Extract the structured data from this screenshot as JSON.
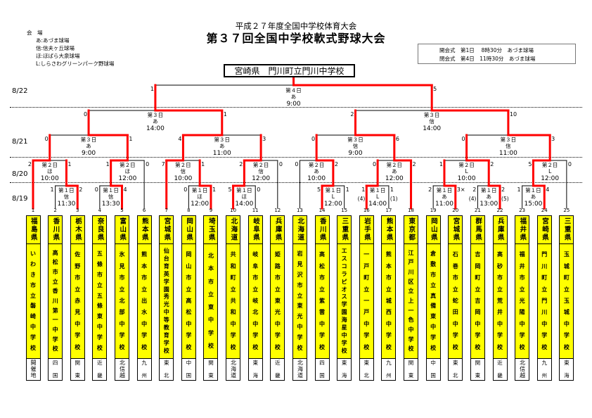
{
  "header": {
    "subtitle": "平成２７年度全国中学校体育大会",
    "title": "第３７回全国中学校軟式野球大会"
  },
  "venues": {
    "heading": "会　場",
    "items": [
      "あ:あづま球場",
      "信:信夫ヶ丘球場",
      "ほ:ほばら大泉球場",
      "L:しらさわグリーンパーク野球場"
    ]
  },
  "notice": [
    "開会式　第1日　 8時30分　あづま球場",
    "閉会式　第4日　11時30分　あづま球場"
  ],
  "champion": "宮崎県　門川町立門川中学校",
  "dates": [
    "8/22",
    "8/21",
    "8/20",
    "8/19"
  ],
  "colors": {
    "winner_path": "#ff0000",
    "team_box": "#ffff00"
  },
  "teams": [
    {
      "no": "1",
      "pref": "福島県",
      "school": "いわき市立磐崎中学校",
      "region": "開催地"
    },
    {
      "no": "2",
      "pref": "香川県",
      "school": "高松市立香川第一中学校",
      "region": "四国"
    },
    {
      "no": "3",
      "pref": "栃木県",
      "school": "佐野市立赤見中学校",
      "region": "関東"
    },
    {
      "no": "4",
      "pref": "奈良県",
      "school": "五條市立五條東中学校",
      "region": "近畿"
    },
    {
      "no": "5",
      "pref": "富山県",
      "school": "氷見市立北部中学校",
      "region": "北信越"
    },
    {
      "no": "6",
      "pref": "熊本県",
      "school": "熊本市立出水中学校",
      "region": "九州"
    },
    {
      "no": "7",
      "pref": "宮城県",
      "school": "仙台育英学園秀光中等教育学校",
      "region": "東北"
    },
    {
      "no": "8",
      "pref": "岡山県",
      "school": "岡山市立高松中学校",
      "region": "中国"
    },
    {
      "no": "9",
      "pref": "埼玉県",
      "school": "北本市立東中学校",
      "region": "関東"
    },
    {
      "no": "10",
      "pref": "北海道",
      "school": "共和町立共和中学校",
      "region": "北海道"
    },
    {
      "no": "11",
      "pref": "岐阜県",
      "school": "岐阜市立岐北中学校",
      "region": "東海"
    },
    {
      "no": "12",
      "pref": "兵庫県",
      "school": "姫路市立東光中学校",
      "region": "近畿"
    },
    {
      "no": "13",
      "pref": "北海道",
      "school": "岩見沢市立東光中学校",
      "region": "北海道"
    },
    {
      "no": "14",
      "pref": "香川県",
      "school": "高松市立紫雲中学校",
      "region": "四国"
    },
    {
      "no": "15",
      "pref": "三重県",
      "school": "エスコラピオス学園海星中学校",
      "region": "東海"
    },
    {
      "no": "16",
      "pref": "岩手県",
      "school": "一戸町立一戸中学校",
      "region": "東北"
    },
    {
      "no": "17",
      "pref": "熊本県",
      "school": "熊本市立城西中学校",
      "region": "九州"
    },
    {
      "no": "18",
      "pref": "東京都",
      "school": "江戸川区立上一色中学校",
      "region": "関東"
    },
    {
      "no": "19",
      "pref": "岡山県",
      "school": "倉敷市立真備東中学校",
      "region": "中国"
    },
    {
      "no": "20",
      "pref": "宮城県",
      "school": "石巻市立蛇田中学校",
      "region": "東北"
    },
    {
      "no": "21",
      "pref": "群馬県",
      "school": "吉岡町立吉岡中学校",
      "region": "関東"
    },
    {
      "no": "22",
      "pref": "兵庫県",
      "school": "高砂市立荒井中学校",
      "region": "近畿"
    },
    {
      "no": "23",
      "pref": "福井県",
      "school": "福井市立光陽中学校",
      "region": "北信越"
    },
    {
      "no": "24",
      "pref": "宮崎県",
      "school": "門川町立門川中学校",
      "region": "九州"
    },
    {
      "no": "25",
      "pref": "三重県",
      "school": "玉城町立玉城中学校",
      "region": "東海"
    }
  ],
  "matches": [
    {
      "id": "m1",
      "round": 1,
      "left": "t2",
      "right": "t3",
      "day": "第１日",
      "venue": "信",
      "time": "11:30",
      "score_left": "1",
      "score_right": "2",
      "winner": "right"
    },
    {
      "id": "m2",
      "round": 1,
      "left": "t4",
      "right": "t5",
      "day": "第１日",
      "venue": "信",
      "time": "13:30",
      "score_left": "0",
      "score_right": "4",
      "winner": "right"
    },
    {
      "id": "m3",
      "round": 1,
      "left": "t8",
      "right": "t9",
      "day": "第１日",
      "venue": "ほ",
      "time": "12:00",
      "score_left": "0",
      "score_right": "1",
      "winner": "right"
    },
    {
      "id": "m4",
      "round": 1,
      "left": "t10",
      "right": "t11",
      "day": "第１日",
      "venue": "ほ",
      "time": "14:00",
      "score_left": "5",
      "score_right": "0",
      "winner": "left"
    },
    {
      "id": "m5",
      "round": 1,
      "left": "t14",
      "right": "t15",
      "day": "第１日",
      "venue": "L",
      "time": "12:00",
      "score_left": "5",
      "score_right": "1",
      "winner": "left"
    },
    {
      "id": "m6",
      "round": 1,
      "left": "t16",
      "right": "t17",
      "day": "第１日",
      "venue": "L",
      "time": "14:00",
      "score_left": "1",
      "score_right": "1",
      "note_left": "(4)",
      "note_right": "(1)",
      "winner": "left"
    },
    {
      "id": "m7",
      "round": 1,
      "left": "t19",
      "right": "t20",
      "day": "第１日",
      "venue": "あ",
      "time": "11:00",
      "score_left": "2",
      "score_right": "3×",
      "winner": "right"
    },
    {
      "id": "m8",
      "round": 1,
      "left": "t21",
      "right": "t22",
      "day": "第１日",
      "venue": "あ",
      "time": "13:00",
      "score_left": "2",
      "score_right": "2",
      "note_left": "(4)",
      "note_right": "(5)",
      "winner": "right"
    },
    {
      "id": "m9",
      "round": 1,
      "left": "t23",
      "right": "t24",
      "day": "第１日",
      "venue": "あ",
      "time": "15:00",
      "score_left": "1",
      "score_right": "4",
      "winner": "right"
    },
    {
      "id": "a",
      "round": 2,
      "left": "t1",
      "right": "m1",
      "day": "第２日",
      "venue": "ほ",
      "time": "10:00",
      "score_left": "2",
      "score_right": "1",
      "winner": "left"
    },
    {
      "id": "b",
      "round": 2,
      "left": "m2",
      "right": "t6",
      "day": "第２日",
      "venue": "ほ",
      "time": "12:00",
      "score_left": "1",
      "score_right": "0",
      "winner": "left"
    },
    {
      "id": "c",
      "round": 2,
      "left": "t7",
      "right": "m3",
      "day": "第２日",
      "venue": "信",
      "time": "10:00",
      "score_left": "7",
      "score_right": "1",
      "winner": "left"
    },
    {
      "id": "d",
      "round": 2,
      "left": "m4",
      "right": "t12",
      "day": "第２日",
      "venue": "信",
      "time": "12:00",
      "score_left": "2",
      "score_right": "0",
      "winner": "left"
    },
    {
      "id": "e",
      "round": 2,
      "left": "t13",
      "right": "m5",
      "day": "第２日",
      "venue": "あ",
      "time": "10:00",
      "score_left": "0",
      "score_right": "2",
      "winner": "right"
    },
    {
      "id": "f",
      "round": 2,
      "left": "m6",
      "right": "t18",
      "day": "第２日",
      "venue": "あ",
      "time": "12:00",
      "score_left": "0",
      "score_right": "2",
      "winner": "right"
    },
    {
      "id": "g",
      "round": 2,
      "left": "m7",
      "right": "m8",
      "day": "第２日",
      "venue": "L",
      "time": "10:00",
      "score_left": "1",
      "score_right": "2",
      "winner": "right"
    },
    {
      "id": "h",
      "round": 2,
      "left": "m9",
      "right": "t25",
      "day": "第２日",
      "venue": "L",
      "time": "12:00",
      "score_left": "5",
      "score_right": "0",
      "winner": "left"
    },
    {
      "id": "q1",
      "round": 3,
      "left": "a",
      "right": "b",
      "day": "第３日",
      "venue": "あ",
      "time": "9:00",
      "score_left": "0",
      "score_right": "1",
      "winner": "right"
    },
    {
      "id": "q2",
      "round": 3,
      "left": "c",
      "right": "d",
      "day": "第３日",
      "venue": "あ",
      "time": "11:00",
      "score_left": "4",
      "score_right": "3",
      "winner": "left"
    },
    {
      "id": "q3",
      "round": 3,
      "left": "e",
      "right": "f",
      "day": "第３日",
      "venue": "信",
      "time": "9:00",
      "score_left": "0",
      "score_right": "6",
      "winner": "right"
    },
    {
      "id": "q4",
      "round": 3,
      "left": "g",
      "right": "h",
      "day": "第３日",
      "venue": "信",
      "time": "11:00",
      "score_left": "0",
      "score_right": "3",
      "winner": "right"
    },
    {
      "id": "s1",
      "round": 4,
      "left": "q1",
      "right": "q2",
      "day": "第３日",
      "venue": "あ",
      "time": "14:00",
      "score_left": "0",
      "score_right": "1",
      "winner": "right"
    },
    {
      "id": "s2",
      "round": 4,
      "left": "q3",
      "right": "q4",
      "day": "第３日",
      "venue": "信",
      "time": "14:00",
      "score_left": "2",
      "score_right": "10",
      "winner": "right"
    },
    {
      "id": "final",
      "round": 5,
      "left": "s1",
      "right": "s2",
      "day": "第４日",
      "venue": "あ",
      "time": "9:00",
      "score_left": "1",
      "score_right": "5",
      "winner": "right"
    }
  ]
}
